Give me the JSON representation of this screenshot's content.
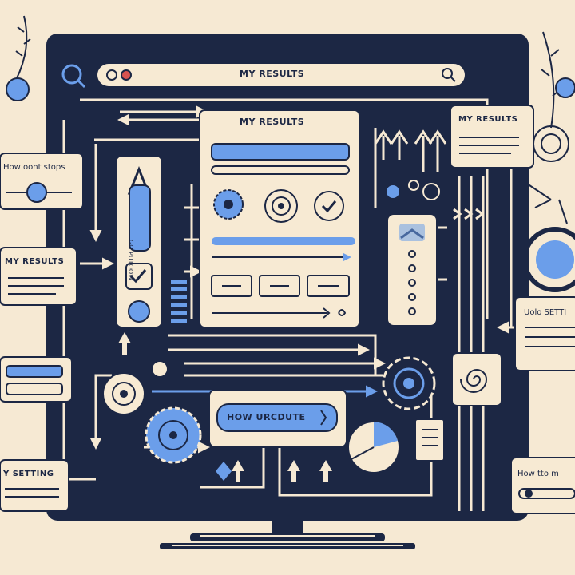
{
  "browser": {
    "address_text": "MY RESULTS"
  },
  "panels": {
    "center_title": "MY RESULTS",
    "top_right_title": "MY RESULTS",
    "left_middle_title": "MY RESULTS",
    "left_top_text": "How oont stops",
    "left_bottom_title": "Y SETTING",
    "right_middle_title": "Uolo SETTI",
    "right_bottom_text": "How tto m",
    "bottom_button": "HOW URCDUTE",
    "vertical_button": "GO PUTOOW"
  },
  "colors": {
    "background": "#f6e9d3",
    "navy": "#1c2744",
    "accent_blue": "#6b9eea",
    "card": "#f7ead3"
  }
}
